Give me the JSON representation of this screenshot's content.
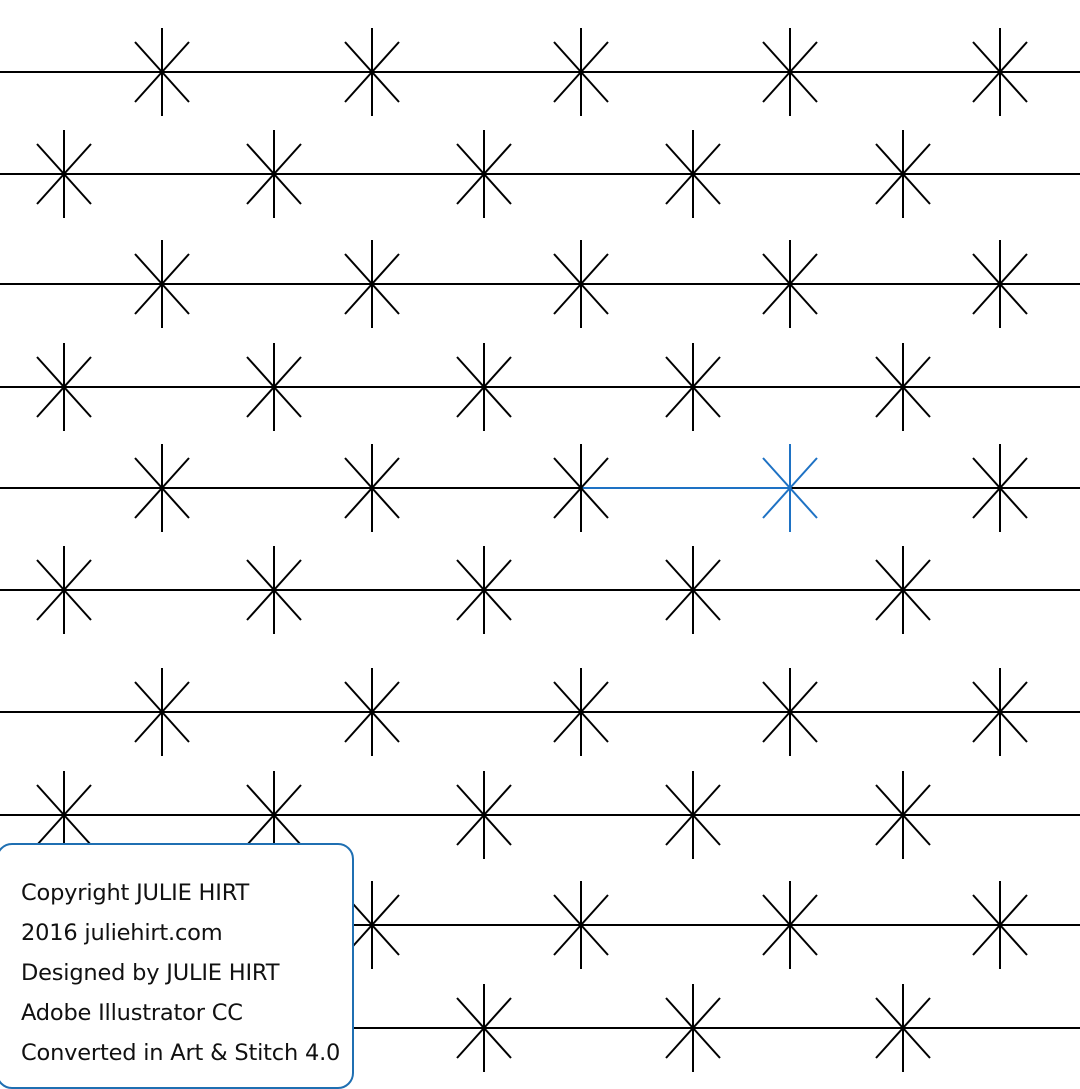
{
  "pattern": {
    "name": "",
    "line_color": "#000000",
    "highlight_color": "#1e72c4",
    "background": "#ffffff",
    "motif": "six-point-asterisk"
  },
  "info": {
    "border_color": "#1f6fb2",
    "lines": [
      "Copyright JULIE HIRT",
      "2016 juliehirt.com",
      "Designed by JULIE HIRT",
      "Adobe Illustrator CC",
      "Converted in Art & Stitch 4.0"
    ]
  }
}
